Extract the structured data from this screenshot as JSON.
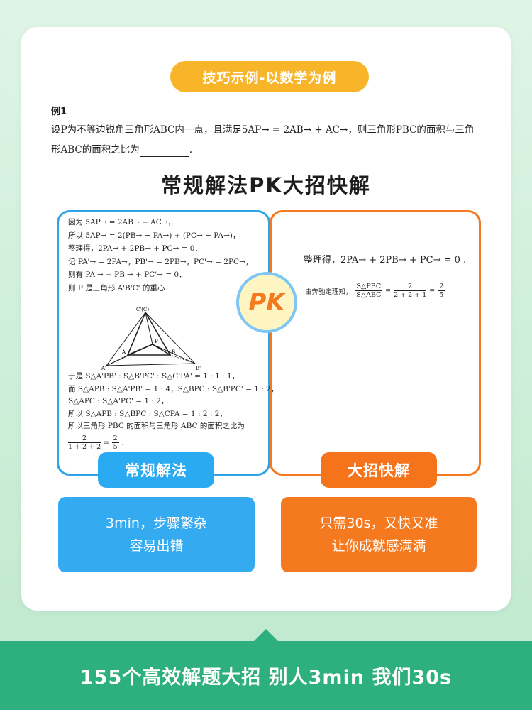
{
  "top_pill": "技巧示例-以数学为例",
  "example": {
    "label": "例1",
    "line1": "设P为不等边锐角三角形ABC内一点，且满足5AP→ = 2AB→ + AC→，则三角形PBC的面积与三角",
    "line2": "形ABC的面积之比为",
    "line2_end": "."
  },
  "headline": "常规解法PK大招快解",
  "regular_solution": {
    "lines": [
      "因为 5AP→ = 2AB→ + AC→，",
      "所以 5AP→ = 2(PB→ − PA→) + (PC→ − PA→)，",
      "整理得，2PA→ + 2PB→ + PC→ = 0．",
      "记 PA'→ = 2PA→，PB'→ = 2PB→，PC'→ = 2PC→，",
      "则有 PA'→ + PB'→ + PC'→ = 0．",
      "则 P 是三角形 A'B'C' 的重心"
    ],
    "figure_labels": {
      "top": "C'(C)",
      "a": "A",
      "b": "B",
      "p": "P",
      "a2": "A'",
      "b2": "B'"
    },
    "lines2": [
      "于是 S△A'PB' : S△B'PC' : S△C'PA' = 1 : 1 : 1，",
      "而 S△APB : S△A'PB' = 1 : 4，S△BPC : S△B'PC' = 1 : 2，",
      "S△APC : S△A'PC' = 1 : 2，",
      "所以 S△APB : S△BPC : S△CPA = 1 : 2 : 2，",
      "所以三角形 PBC 的面积与三角形 ABC 的面积之比为"
    ],
    "final_num": "2",
    "final_den": "1 + 2 + 2",
    "final_eq": "=",
    "final_num2": "2",
    "final_den2": "5",
    "final_dot": "."
  },
  "fast_solution": {
    "line1": "整理得，2PA→ + 2PB→ + PC→ = 0 .",
    "prefix": "由奔驰定理知，",
    "lhs_num": "S△PBC",
    "lhs_den": "S△ABC",
    "eq": "=",
    "mid_num": "2",
    "mid_den": "2 + 2 + 1",
    "eq2": "=",
    "res_num": "2",
    "res_den": "5"
  },
  "pk": "PK",
  "tag_left": "常规解法",
  "tag_right": "大招快解",
  "bubble_left": {
    "line1": "3min，步骤繁杂",
    "line2": "容易出错"
  },
  "bubble_right": {
    "line1": "只需30s，又快又准",
    "line2": "让你成就感满满"
  },
  "footer": "155个高效解题大招 别人3min 我们30s",
  "colors": {
    "background": "#cbeed7",
    "blue": "#2fa4ea",
    "orange": "#f57a1f",
    "yellow": "#f8b52a",
    "green": "#2eb07e"
  }
}
